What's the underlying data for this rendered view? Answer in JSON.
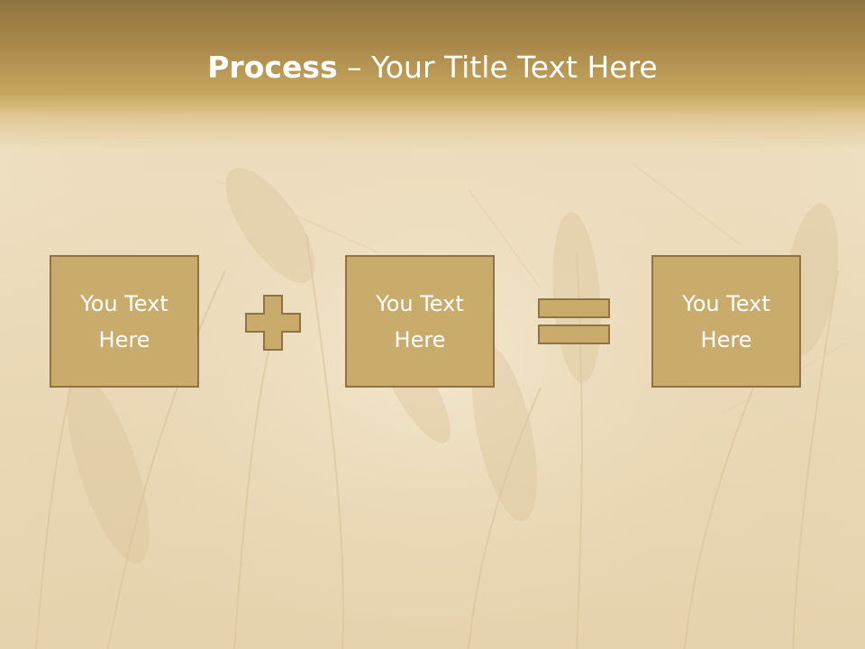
{
  "slide": {
    "title_bold": "Process",
    "title_rest": " – Your Title Text Here",
    "boxes": [
      {
        "text": "You Text Here"
      },
      {
        "text": "You Text Here"
      },
      {
        "text": "You Text Here"
      }
    ],
    "operators": [
      "plus-icon",
      "equals-icon"
    ],
    "colors": {
      "title_bar": "#a9884a",
      "box_fill": "#c9ab6c",
      "box_border": "#8e7445",
      "text": "#ffffff",
      "background": "#ecdcbc"
    }
  }
}
